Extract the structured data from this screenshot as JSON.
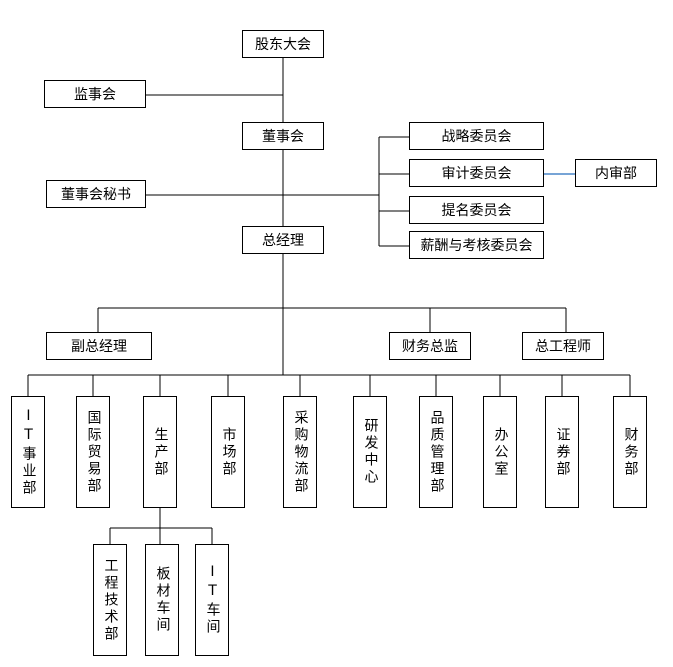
{
  "nodes": {
    "shareholders": "股东大会",
    "supervisory": "监事会",
    "board": "董事会",
    "board_secretary": "董事会秘书",
    "strategy": "战略委员会",
    "audit": "审计委员会",
    "internal_audit": "内审部",
    "nomination": "提名委员会",
    "compensation": "薪酬与考核委员会",
    "gm": "总经理",
    "deputy_gm": "副总经理",
    "cfo": "财务总监",
    "chief_engineer": "总工程师"
  },
  "departments": [
    "IT事业部",
    "国际贸易部",
    "生产部",
    "市场部",
    "采购物流部",
    "研发中心",
    "品质管理部",
    "办公室",
    "证券部",
    "财务部"
  ],
  "sub_departments": [
    "工程技术部",
    "板材车间",
    "IT车间"
  ],
  "colors": {
    "line": "#000000",
    "audit_link": "#4a86c8"
  }
}
